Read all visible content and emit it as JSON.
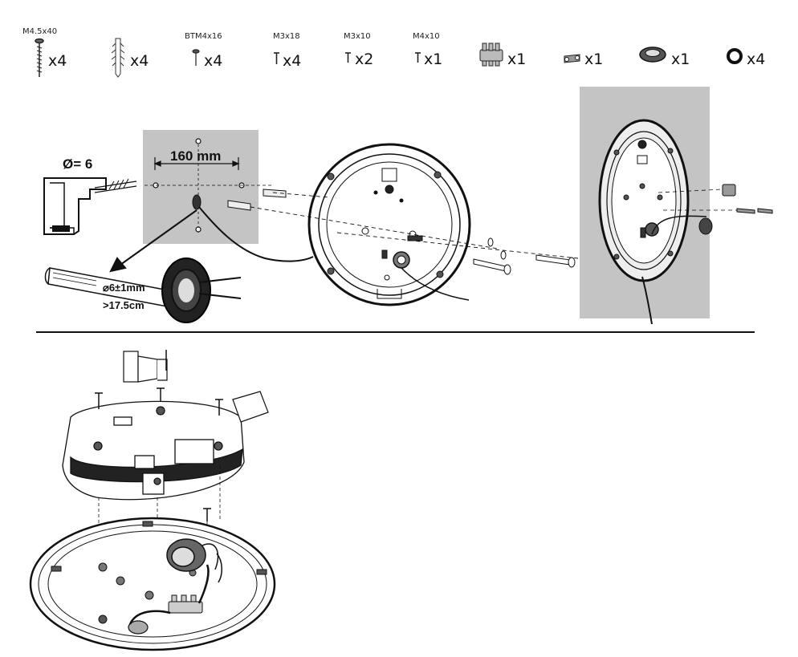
{
  "parts": [
    {
      "code": "M4.5x40",
      "qty": "x4",
      "icon": "long-wood-screw-icon"
    },
    {
      "code": "",
      "qty": "x4",
      "icon": "wall-plug-icon"
    },
    {
      "code": "BTM4x16",
      "qty": "x4",
      "icon": "short-screw-icon"
    },
    {
      "code": "M3x18",
      "qty": "x4",
      "icon": "machine-screw-icon"
    },
    {
      "code": "M3x10",
      "qty": "x2",
      "icon": "small-screw-icon"
    },
    {
      "code": "M4x10",
      "qty": "x1",
      "icon": "small-screw-icon"
    },
    {
      "code": "",
      "qty": "x1",
      "icon": "terminal-block-icon"
    },
    {
      "code": "",
      "qty": "x1",
      "icon": "cable-clamp-icon"
    },
    {
      "code": "",
      "qty": "x1",
      "icon": "grommet-icon"
    },
    {
      "code": "",
      "qty": "x4",
      "icon": "washer-ring-icon"
    }
  ],
  "step1": {
    "hole_diameter": "Ø= 6",
    "spacing": "160 mm",
    "cable_diameter": "⌀6±1mm",
    "cable_length": ">17.5cm"
  }
}
